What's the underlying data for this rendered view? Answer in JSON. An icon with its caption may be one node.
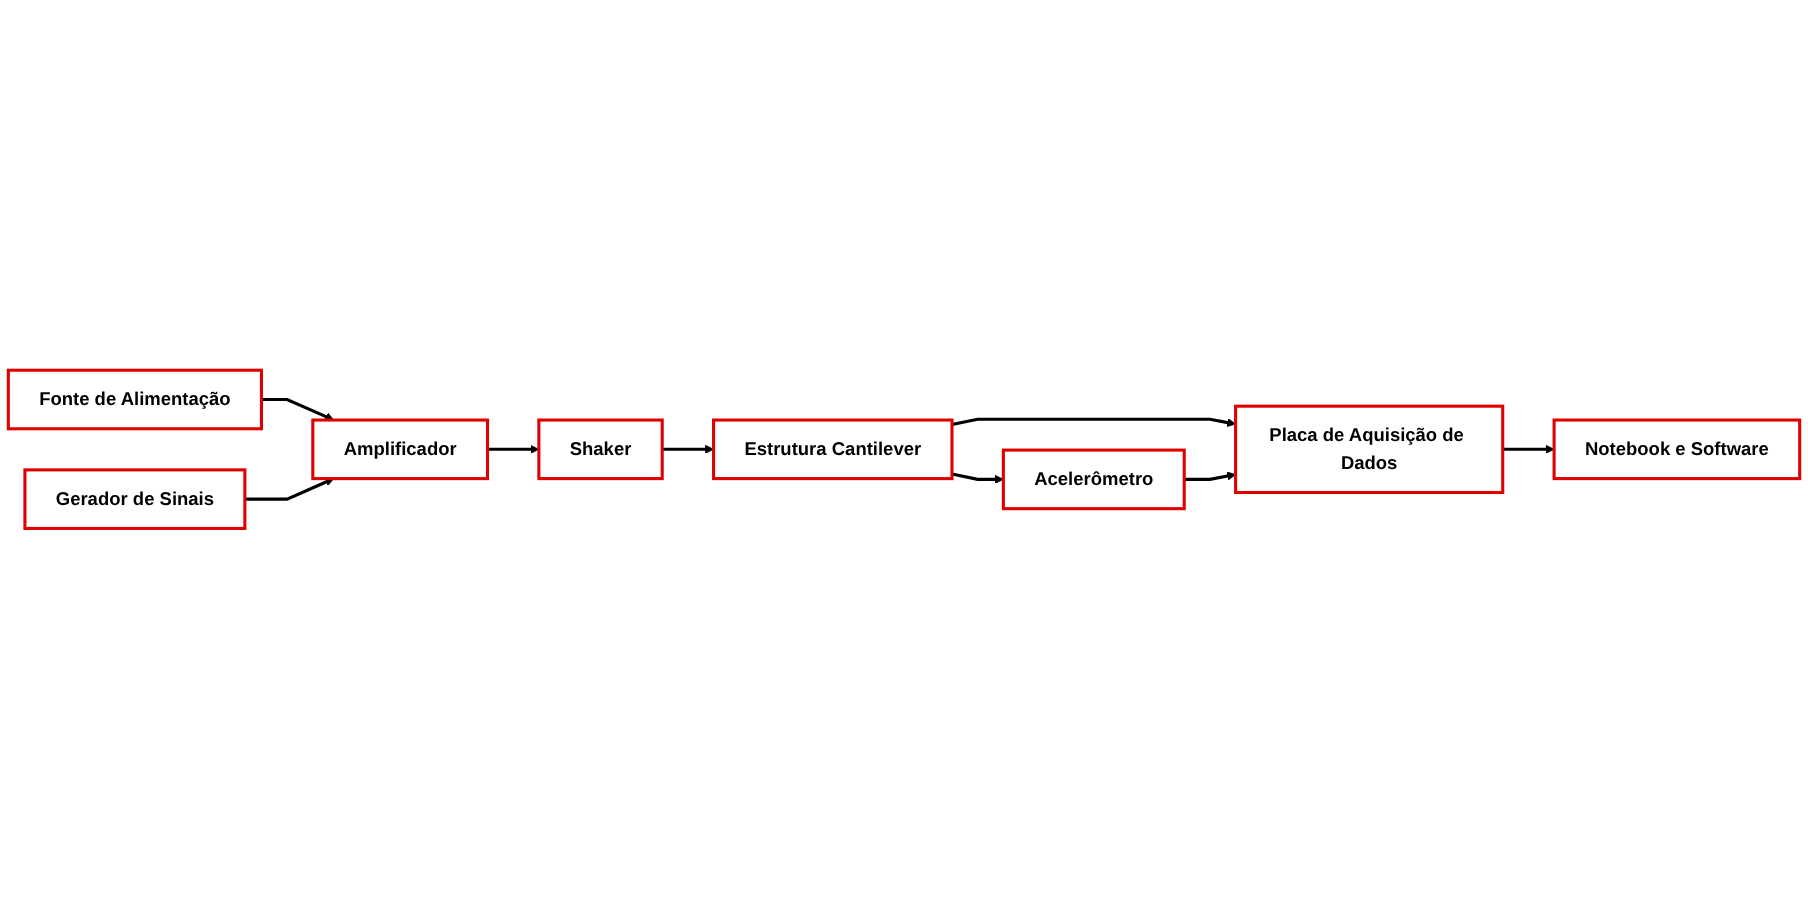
{
  "diagram": {
    "nodes": [
      {
        "text": [
          "Fonte de Alimentação"
        ]
      },
      {
        "text": [
          "Amplificador"
        ]
      },
      {
        "text": [
          "Shaker"
        ]
      },
      {
        "text": [
          "Notebook e Software"
        ]
      },
      {
        "text": [
          "Gerador de Sinais"
        ]
      },
      {
        "text": [
          "Estrutura Cantilever"
        ]
      },
      {
        "text": [
          "Placa de Aquisição de Dados"
        ]
      },
      {
        "text": [
          "Acelerômetro"
        ]
      }
    ],
    "edges": [
      {
        "from": 0,
        "to": 1,
        "arrow": "to"
      },
      {
        "from": 1,
        "to": 2,
        "arrow": "to"
      },
      {
        "from": 4,
        "to": 1,
        "arrow": "to"
      },
      {
        "from": 2,
        "to": 5,
        "arrow": "to"
      },
      {
        "from": 5,
        "to": 6,
        "arrow": "to"
      },
      {
        "from": 5,
        "to": 7,
        "arrow": "to"
      },
      {
        "from": 7,
        "to": 6,
        "arrow": "to"
      },
      {
        "from": 6,
        "to": 3,
        "arrow": "to"
      }
    ]
  }
}
